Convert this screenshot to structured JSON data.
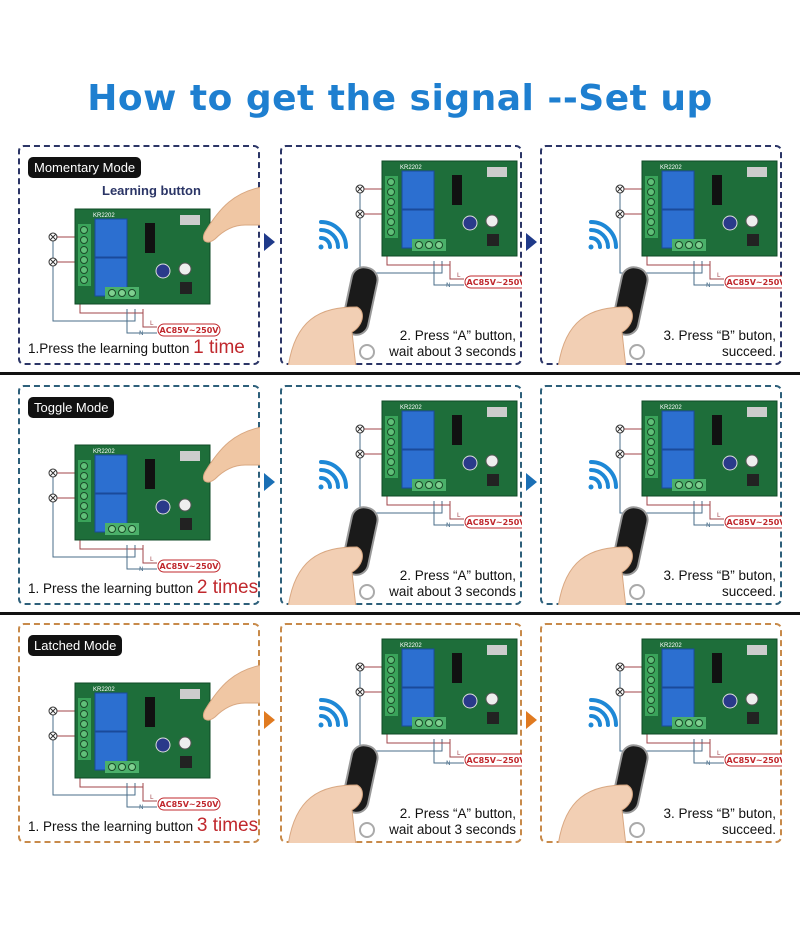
{
  "title": "How to get the signal --Set up",
  "board": {
    "model": "KR2202",
    "live": "L",
    "neutral": "N",
    "voltage": "AC85V~250V"
  },
  "learning_button_label": "Learning button",
  "rows": [
    {
      "mode": "Momentary Mode",
      "border_color": "#2b3566",
      "arrow_color": "#1f3a8a",
      "step1": {
        "text": "1.Press the learning button ",
        "highlight": "1 time"
      },
      "step2": [
        "2. Press “A” button,",
        "wait about 3 seconds"
      ],
      "step3": [
        "3. Press “B” buton,",
        "succeed."
      ],
      "show_learning_label": true
    },
    {
      "mode": "Toggle Mode",
      "border_color": "#2d5f7a",
      "arrow_color": "#1a6fb5",
      "step1": {
        "text": "1. Press the learning button ",
        "highlight": "2 times"
      },
      "step2": [
        "2. Press “A” button,",
        "wait about 3 seconds"
      ],
      "step3": [
        "3. Press “B” buton,",
        "succeed."
      ],
      "show_learning_label": false
    },
    {
      "mode": "Latched Mode",
      "border_color": "#c88a4a",
      "arrow_color": "#e07a20",
      "step1": {
        "text": "1. Press the learning button ",
        "highlight": "3 times"
      },
      "step2": [
        "2. Press “A” button,",
        "wait about 3 seconds"
      ],
      "step3": [
        "3. Press “B” buton,",
        "succeed."
      ],
      "show_learning_label": false
    }
  ]
}
